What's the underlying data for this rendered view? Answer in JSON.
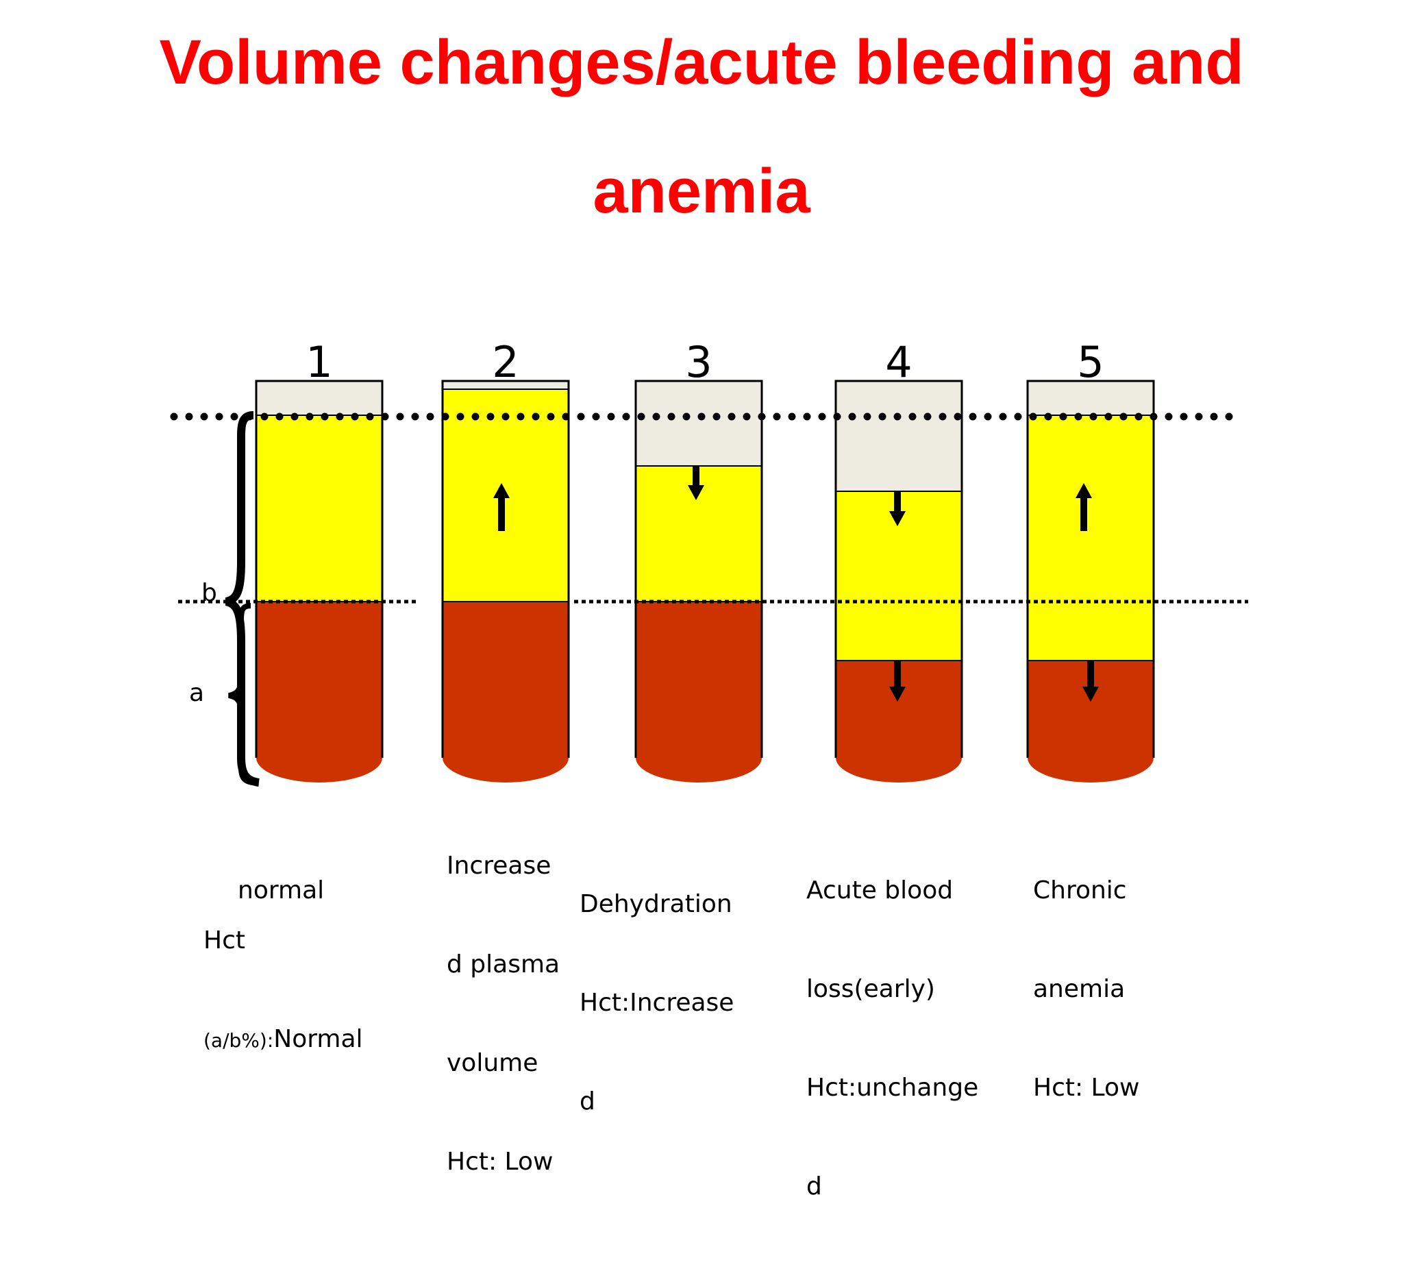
{
  "title": {
    "line1": "Volume changes/acute bleeding and",
    "line2": "anemia"
  },
  "colors": {
    "title": "#ff0000",
    "plasma": "#ffff00",
    "cells": "#cc3300",
    "empty": "#eeece1",
    "outline": "#000000"
  },
  "bracket_labels": {
    "b": "b",
    "a": "a"
  },
  "tubes": [
    {
      "number": "1",
      "caption": [
        "normal"
      ],
      "hct_label": "Hct",
      "hct_small": "(a/b%):",
      "hct_value": "Normal",
      "plasma_change": "none",
      "cells_change": "none"
    },
    {
      "number": "2",
      "caption": [
        "Increase",
        "d plasma",
        "volume",
        "Hct: Low"
      ],
      "plasma_change": "increase",
      "cells_change": "none"
    },
    {
      "number": "3",
      "caption": [
        "Dehydration",
        "Hct:Increase",
        "d"
      ],
      "plasma_change": "decrease",
      "cells_change": "none"
    },
    {
      "number": "4",
      "caption": [
        "Acute blood",
        "loss(early)",
        "Hct:unchange",
        "d"
      ],
      "plasma_change": "decrease",
      "cells_change": "decrease"
    },
    {
      "number": "5",
      "caption": [
        "Chronic",
        "anemia",
        "Hct: Low"
      ],
      "plasma_change": "increase",
      "cells_change": "decrease"
    }
  ]
}
